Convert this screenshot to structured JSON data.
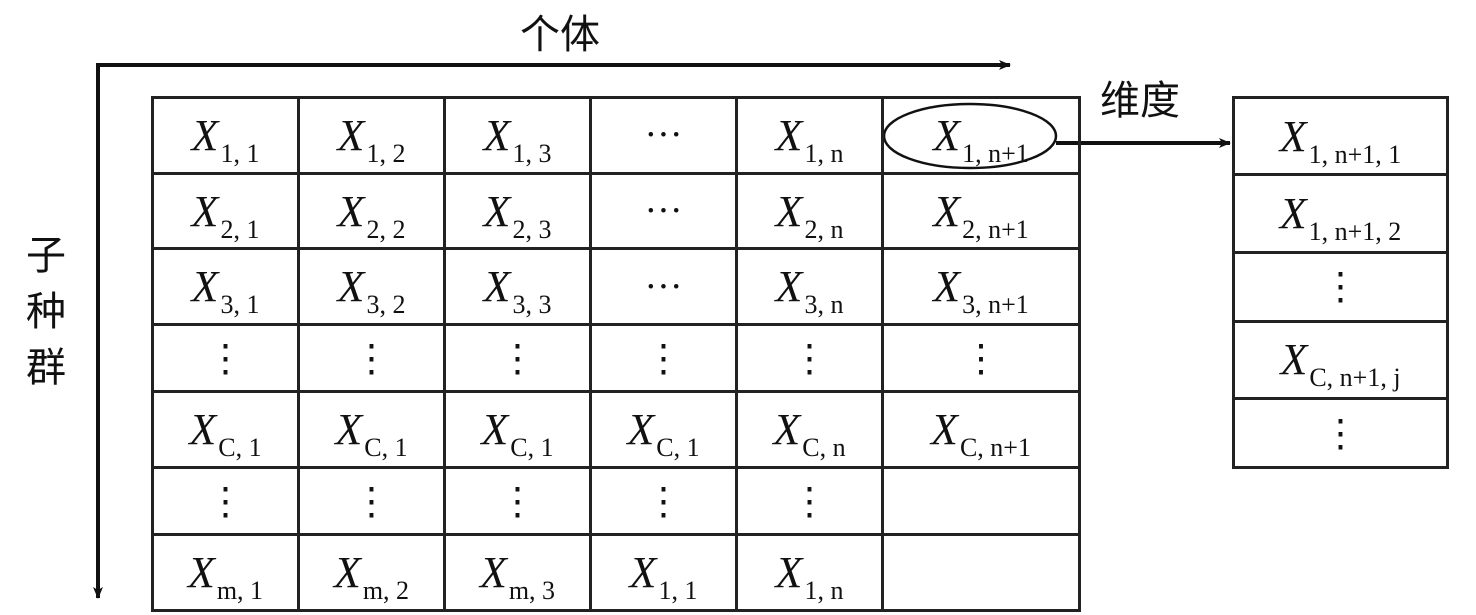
{
  "labels": {
    "individual": "个体",
    "dimension": "维度",
    "subpopulation": "子种群"
  },
  "main_table": [
    [
      {
        "x": "X",
        "sub": "1, 1"
      },
      {
        "x": "X",
        "sub": "1, 2"
      },
      {
        "x": "X",
        "sub": "1, 3"
      },
      {
        "t": "···"
      },
      {
        "x": "X",
        "sub": "1, n"
      },
      {
        "x": "X",
        "sub": "1, n+1",
        "circled": true
      }
    ],
    [
      {
        "x": "X",
        "sub": "2, 1"
      },
      {
        "x": "X",
        "sub": "2, 2"
      },
      {
        "x": "X",
        "sub": "2, 3"
      },
      {
        "t": "···"
      },
      {
        "x": "X",
        "sub": "2, n"
      },
      {
        "x": "X",
        "sub": "2, n+1"
      }
    ],
    [
      {
        "x": "X",
        "sub": "3, 1"
      },
      {
        "x": "X",
        "sub": "3, 2"
      },
      {
        "x": "X",
        "sub": "3, 3"
      },
      {
        "t": "···"
      },
      {
        "x": "X",
        "sub": "3, n"
      },
      {
        "x": "X",
        "sub": "3, n+1"
      }
    ],
    [
      {
        "t": "⋮"
      },
      {
        "t": "⋮"
      },
      {
        "t": "⋮"
      },
      {
        "t": "⋮"
      },
      {
        "t": "⋮"
      },
      {
        "t": "⋮"
      }
    ],
    [
      {
        "x": "X",
        "sub": "C, 1"
      },
      {
        "x": "X",
        "sub": "C, 1"
      },
      {
        "x": "X",
        "sub": "C, 1"
      },
      {
        "x": "X",
        "sub": "C, 1"
      },
      {
        "x": "X",
        "sub": "C, n"
      },
      {
        "x": "X",
        "sub": "C, n+1"
      }
    ],
    [
      {
        "t": "⋮"
      },
      {
        "t": "⋮"
      },
      {
        "t": "⋮"
      },
      {
        "t": "⋮"
      },
      {
        "t": "⋮"
      },
      {
        "t": ""
      }
    ],
    [
      {
        "x": "X",
        "sub": "m, 1"
      },
      {
        "x": "X",
        "sub": "m, 2"
      },
      {
        "x": "X",
        "sub": "m, 3"
      },
      {
        "x": "X",
        "sub": "1, 1"
      },
      {
        "x": "X",
        "sub": "1, n"
      },
      {
        "t": ""
      }
    ]
  ],
  "dimension_table": [
    {
      "x": "X",
      "sub": "1, n+1, 1"
    },
    {
      "x": "X",
      "sub": "1, n+1, 2"
    },
    {
      "t": "⋮"
    },
    {
      "x": "X",
      "sub": "C, n+1, j"
    },
    {
      "t": "⋮"
    }
  ]
}
